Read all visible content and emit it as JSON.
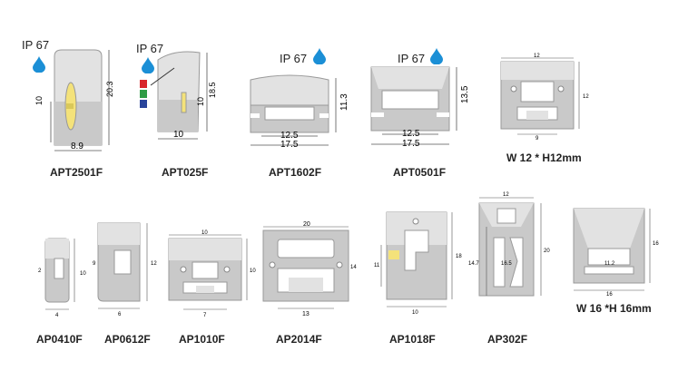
{
  "colors": {
    "profile_fill": "#c9c9c9",
    "profile_light": "#e2e2e2",
    "line": "#555555",
    "water": "#1b8fd6",
    "led_yellow": "#f4e27a",
    "red": "#d8262c",
    "green": "#2f9b46",
    "blue": "#29449a"
  },
  "ip_label": "IP 67",
  "top_row": [
    {
      "name": "APT2501F",
      "dims": [
        "10",
        "20.3",
        "8.9"
      ]
    },
    {
      "name": "APT025F",
      "dims": [
        "10",
        "18.5",
        "10"
      ]
    },
    {
      "name": "APT1602F",
      "dims": [
        "11.3",
        "12.5",
        "17.5"
      ]
    },
    {
      "name": "APT0501F",
      "dims": [
        "13.5",
        "12.5",
        "17.5"
      ]
    },
    {
      "name": "W 12 * H12mm",
      "dims": [
        "12",
        "12",
        "9"
      ]
    }
  ],
  "bottom_row": [
    {
      "name": "AP0410F",
      "dims": [
        "10",
        "2",
        "4"
      ]
    },
    {
      "name": "AP0612F",
      "dims": [
        "12",
        "6",
        "9"
      ]
    },
    {
      "name": "AP1010F",
      "dims": [
        "10",
        "10",
        "7"
      ]
    },
    {
      "name": "AP2014F",
      "dims": [
        "20",
        "14",
        "13"
      ]
    },
    {
      "name": "AP1018F",
      "dims": [
        "18",
        "11",
        "10"
      ]
    },
    {
      "name": "AP302F",
      "dims": [
        "12",
        "20",
        "14.7",
        "16.5"
      ]
    },
    {
      "name": "W 16 *H 16mm",
      "dims": [
        "16",
        "16",
        "11.2"
      ]
    }
  ]
}
